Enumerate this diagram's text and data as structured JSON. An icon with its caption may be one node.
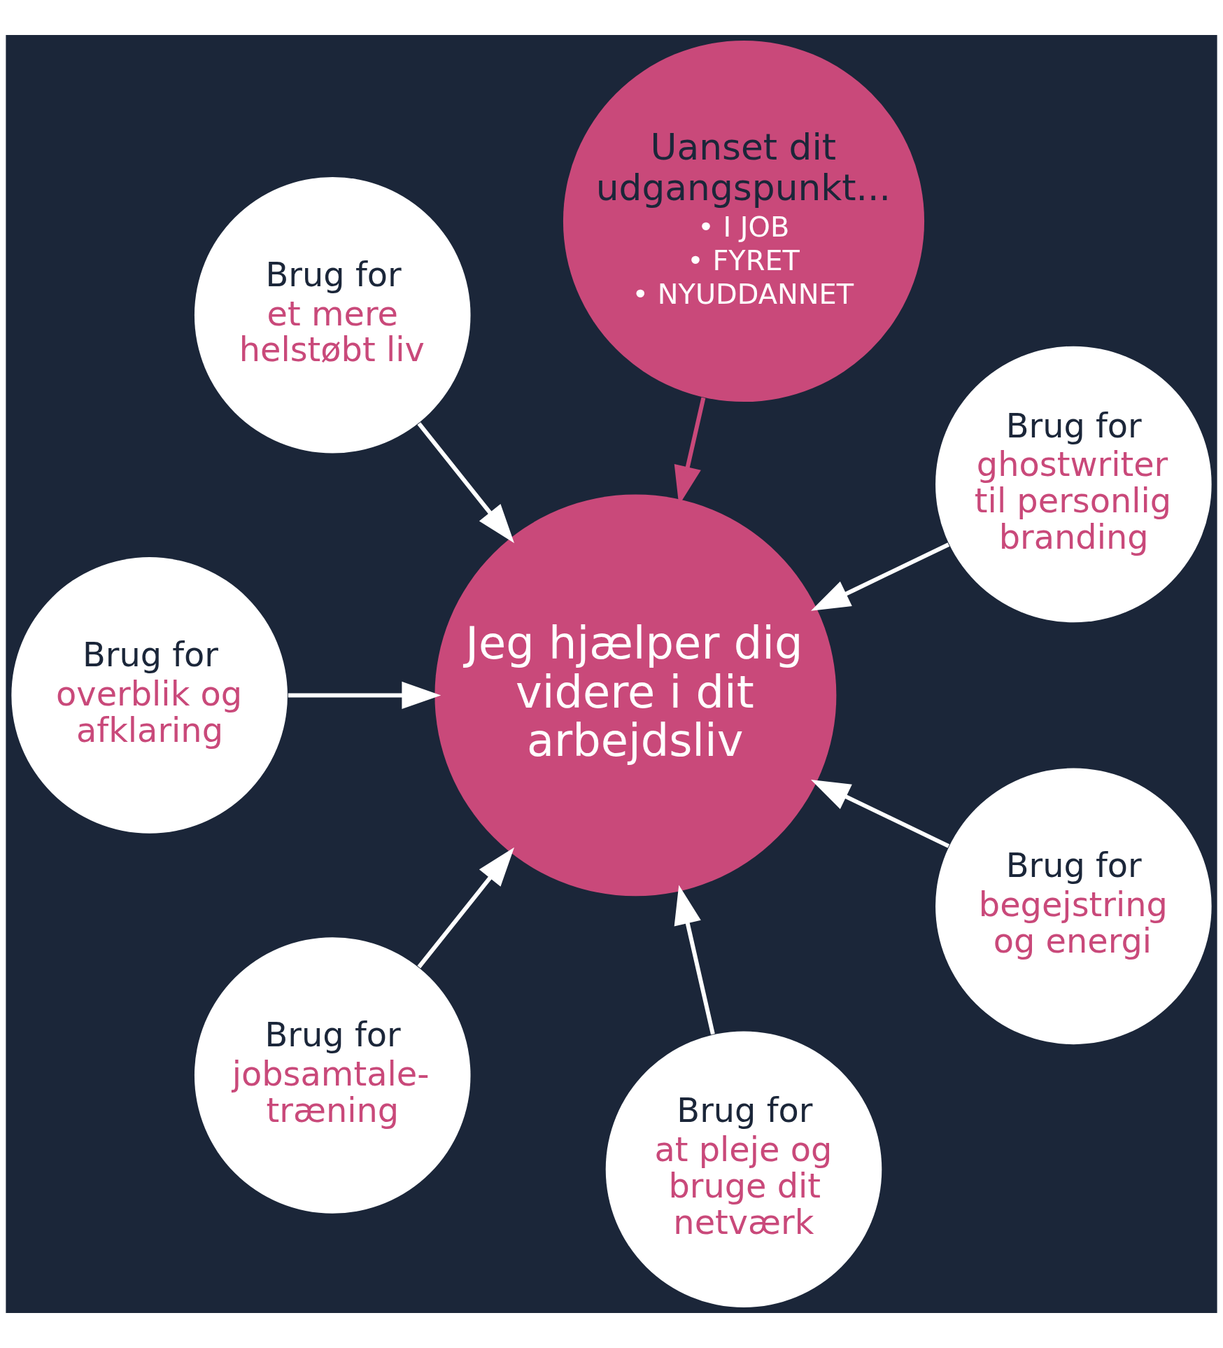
{
  "diagram": {
    "nodes": [
      {
        "text": [
          "Uanset dit udgangspunkt...",
          "• I JOB",
          "• FYRET",
          "• NYUDDANNET"
        ]
      },
      {
        "text": [
          "Jeg hjælper dig videre i dit arbejdsliv"
        ]
      },
      {
        "text": [
          "Brug for",
          "et mere helstøbt liv"
        ]
      },
      {
        "text": [
          "Brug for",
          "ghostwriter til personlig branding"
        ]
      },
      {
        "text": [
          "Brug for",
          "overblik og afklaring"
        ]
      },
      {
        "text": [
          "Brug for",
          "begejstring og energi"
        ]
      },
      {
        "text": [
          "Brug for",
          "jobsamtale-træning"
        ]
      },
      {
        "text": [
          "Brug for",
          "at pleje og bruge dit netværk"
        ]
      }
    ],
    "edges": [
      {
        "from": 0,
        "to": 1,
        "arrow": "to",
        "color": "#c9497a"
      },
      {
        "from": 2,
        "to": 1,
        "arrow": "to"
      },
      {
        "from": 3,
        "to": 1,
        "arrow": "to"
      },
      {
        "from": 4,
        "to": 1,
        "arrow": "to"
      },
      {
        "from": 5,
        "to": 1,
        "arrow": "to"
      },
      {
        "from": 6,
        "to": 1,
        "arrow": "to"
      },
      {
        "from": 7,
        "to": 1,
        "arrow": "to"
      }
    ]
  }
}
